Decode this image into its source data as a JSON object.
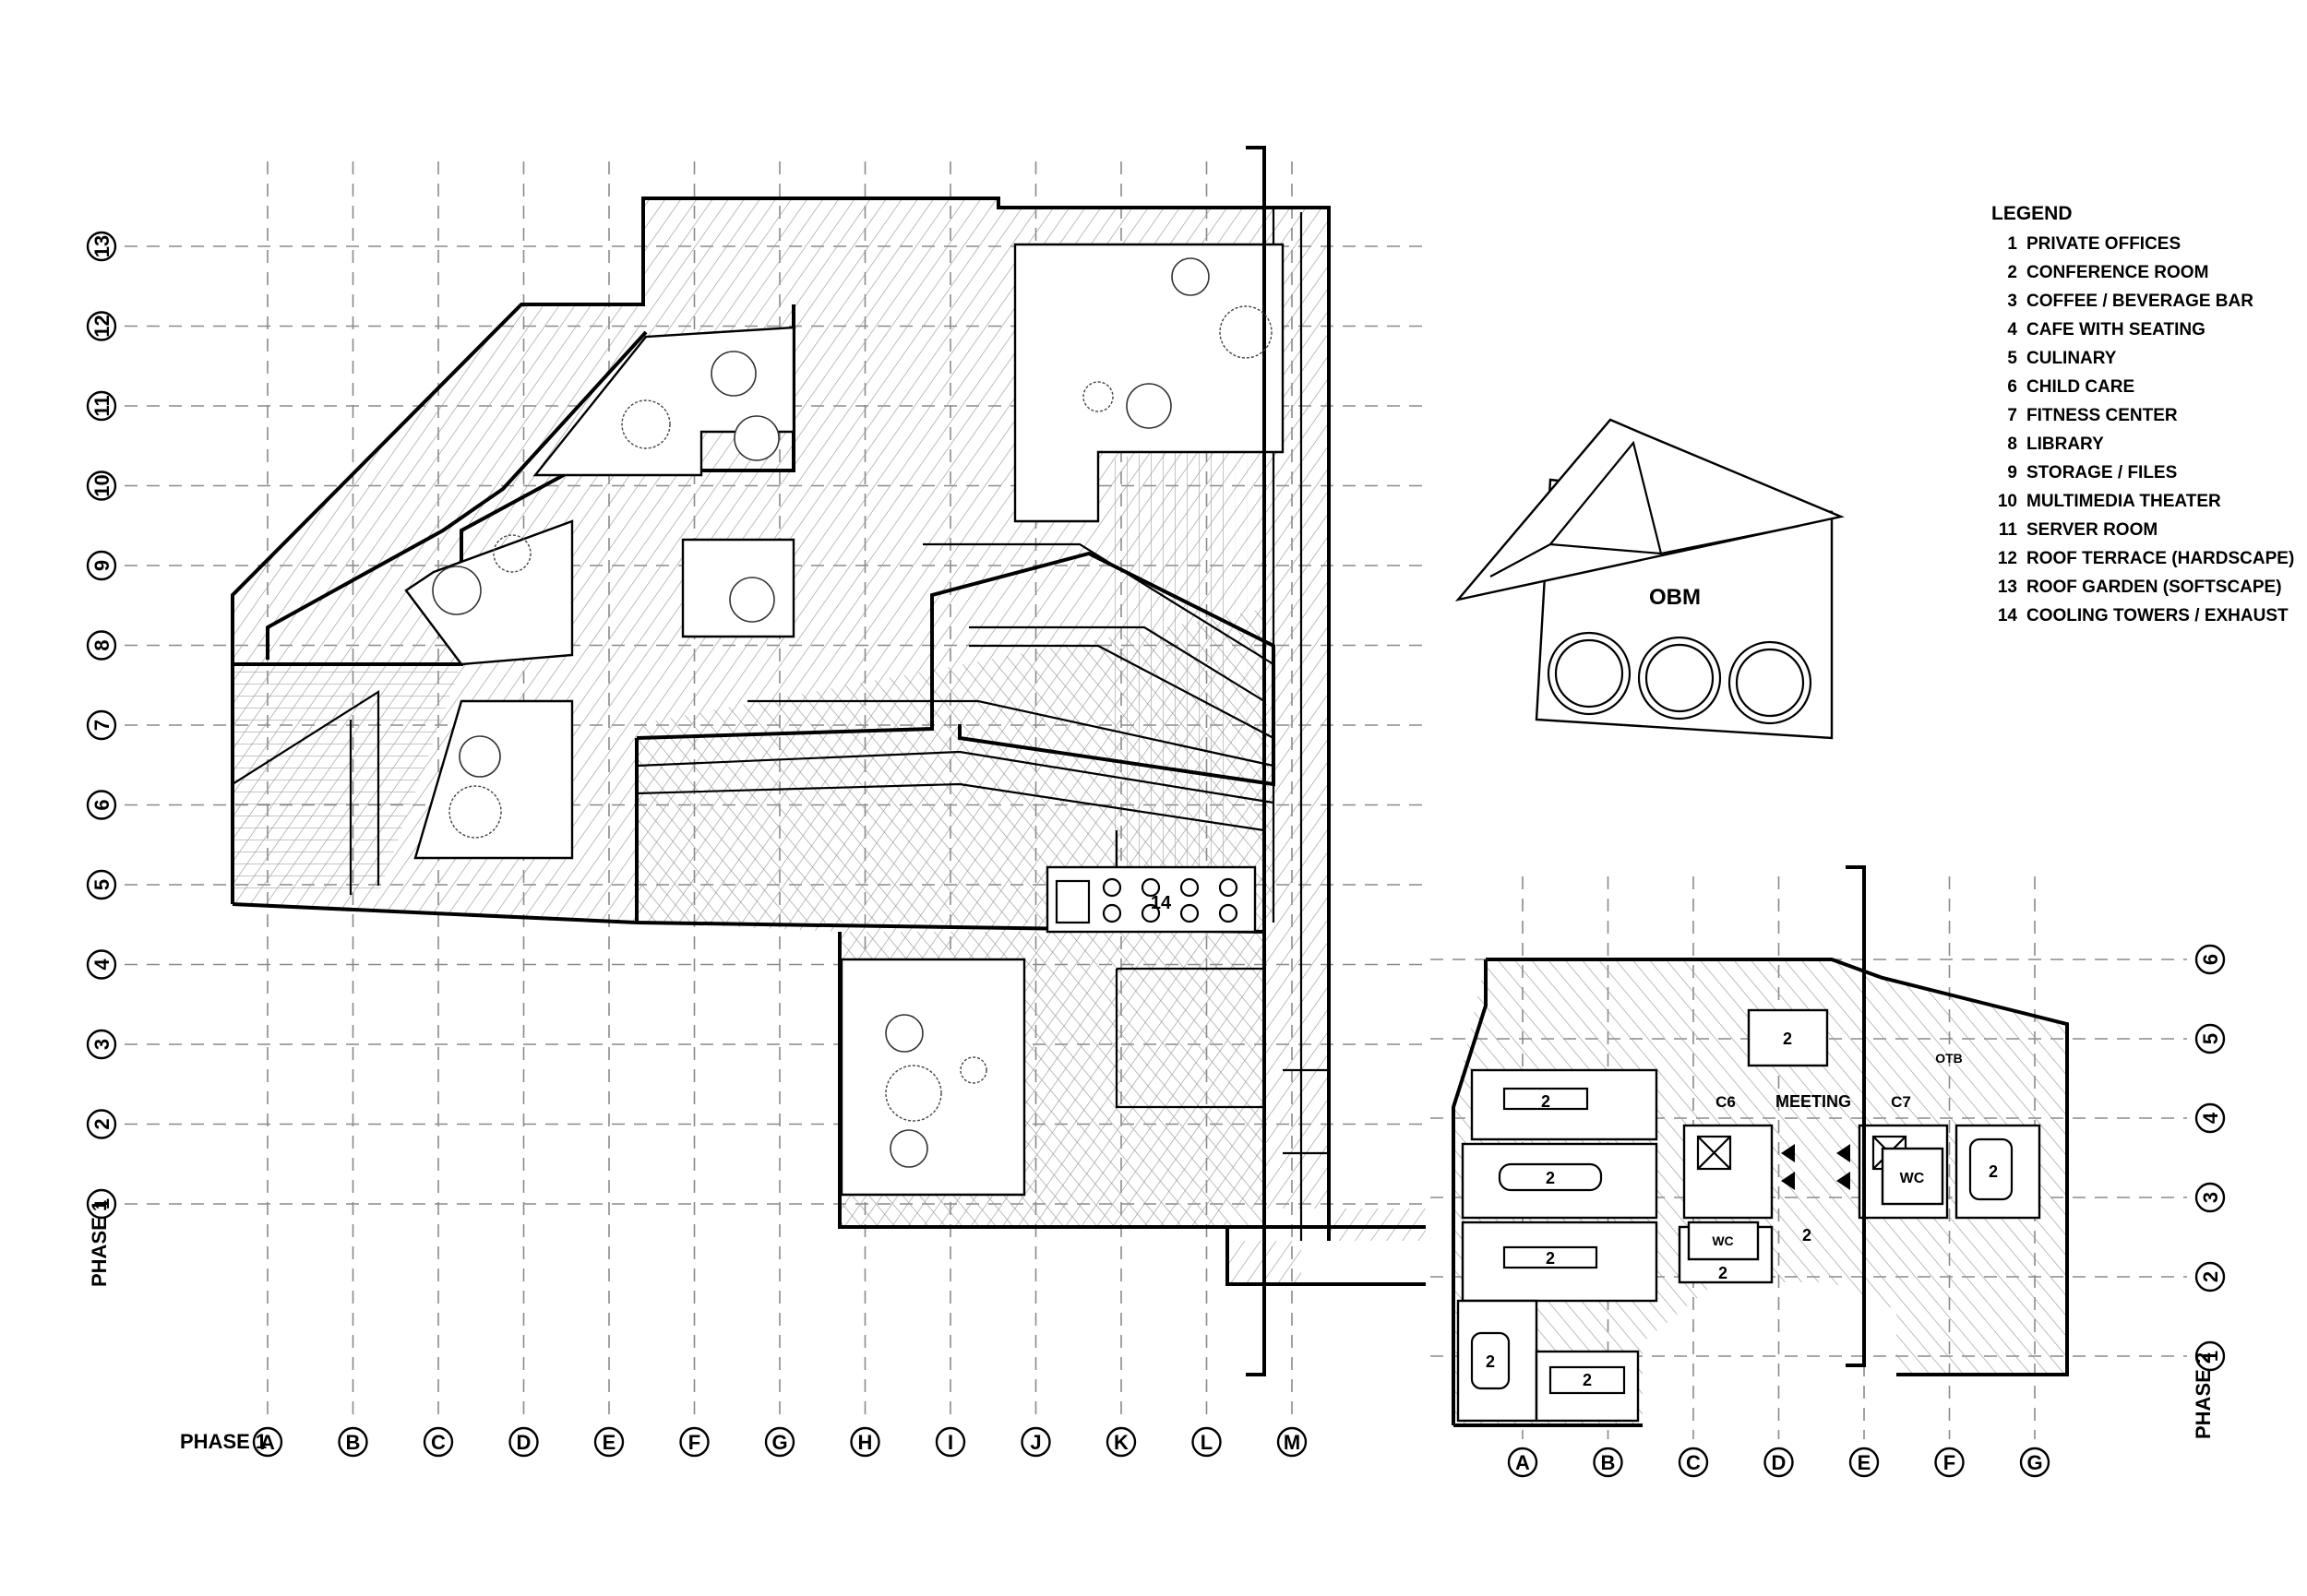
{
  "phase1": {
    "label": "PHASE 1",
    "columns": [
      "A",
      "B",
      "C",
      "D",
      "E",
      "F",
      "G",
      "H",
      "I",
      "J",
      "K",
      "L",
      "M"
    ],
    "rows": [
      "1",
      "2",
      "3",
      "4",
      "5",
      "6",
      "7",
      "8",
      "9",
      "10",
      "11",
      "12",
      "13"
    ],
    "side_label": "PHASE 1",
    "cooling_tag": "14"
  },
  "phase2": {
    "label": "PHASE 2",
    "columns": [
      "A",
      "B",
      "C",
      "D",
      "E",
      "F",
      "G"
    ],
    "rows": [
      "1",
      "2",
      "3",
      "4",
      "5",
      "6"
    ],
    "meeting": "MEETING",
    "core_left": "C6",
    "core_right": "C7",
    "wc": "WC",
    "otb": "OTB",
    "room_number": "2"
  },
  "obm": {
    "label": "OBM"
  },
  "legend": {
    "title": "LEGEND",
    "items": [
      {
        "num": "1",
        "text": "PRIVATE OFFICES"
      },
      {
        "num": "2",
        "text": "CONFERENCE ROOM"
      },
      {
        "num": "3",
        "text": "COFFEE / BEVERAGE BAR"
      },
      {
        "num": "4",
        "text": "CAFE WITH SEATING"
      },
      {
        "num": "5",
        "text": "CULINARY"
      },
      {
        "num": "6",
        "text": "CHILD CARE"
      },
      {
        "num": "7",
        "text": "FITNESS CENTER"
      },
      {
        "num": "8",
        "text": "LIBRARY"
      },
      {
        "num": "9",
        "text": "STORAGE / FILES"
      },
      {
        "num": "10",
        "text": "MULTIMEDIA THEATER"
      },
      {
        "num": "11",
        "text": "SERVER ROOM"
      },
      {
        "num": "12",
        "text": "ROOF TERRACE (HARDSCAPE)"
      },
      {
        "num": "13",
        "text": "ROOF GARDEN (SOFTSCAPE)"
      },
      {
        "num": "14",
        "text": "COOLING TOWERS / EXHAUST"
      }
    ]
  }
}
